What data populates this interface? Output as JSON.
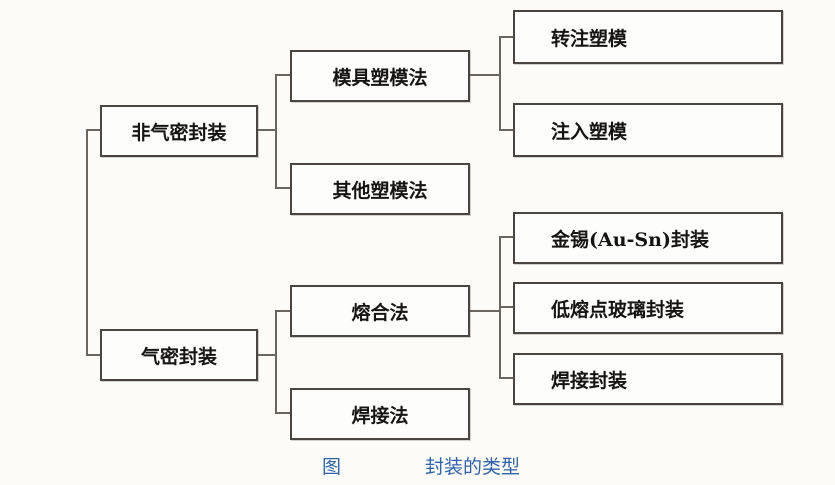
{
  "nodes": {
    "root1": "非气密封装",
    "root2": "气密封装",
    "mid1": "模具塑模法",
    "mid2": "其他塑模法",
    "mid3": "熔合法",
    "mid4": "焊接法",
    "leaf1": "转注塑模",
    "leaf2": "注入塑模",
    "leaf3": "金锡(Au-Sn)封装",
    "leaf4": "低熔点玻璃封装",
    "leaf5": "焊接封装"
  },
  "caption": {
    "label": "图",
    "title": "封装的类型"
  }
}
